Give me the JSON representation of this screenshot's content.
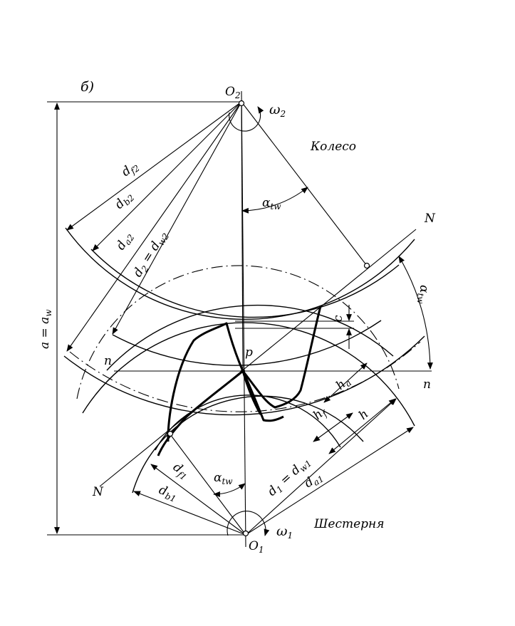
{
  "panel_label": "б)",
  "labels": {
    "center_top": "O",
    "center_top_sub": "2",
    "center_bottom": "O",
    "center_bottom_sub": "1",
    "omega_top": "ω",
    "omega_top_sub": "2",
    "omega_bottom": "ω",
    "omega_bottom_sub": "1",
    "wheel": "Колесо",
    "pinion": "Шестерня",
    "pitch_point": "p",
    "line_n_left": "n",
    "line_n_right": "n",
    "action_N_top": "N",
    "action_N_bottom": "N",
    "center_distance": "a = a",
    "center_distance_sub": "w",
    "angle_top": "α",
    "angle_top_sub": "tw",
    "angle_bottom": "α",
    "angle_bottom_sub": "tw",
    "angle_right": "α",
    "angle_right_sub": "tw",
    "df2": "d",
    "df2_sub": "f2",
    "db2": "d",
    "db2_sub": "b2",
    "da2": "d",
    "da2_sub": "a2",
    "d2": "d",
    "d2_sub": "2",
    "d2_eq": " = d",
    "d2_eq_sub": "w2",
    "df1": "d",
    "df1_sub": "f1",
    "db1": "d",
    "db1_sub": "b1",
    "d1": "d",
    "d1_sub": "1",
    "d1_eq": " = d",
    "d1_eq_sub": "w1",
    "da1": "d",
    "da1_sub": "a1",
    "clearance": "c",
    "addendum": "h",
    "addendum_sub": "a",
    "dedendum": "h",
    "dedendum_sub": "f",
    "tooth_height": "h"
  }
}
